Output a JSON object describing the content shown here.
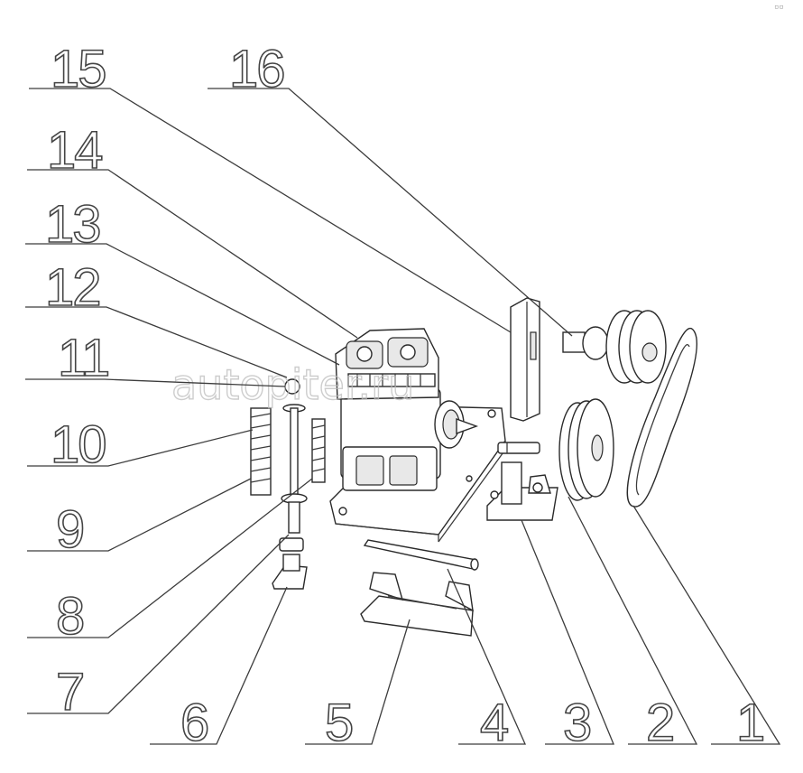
{
  "corner_mark": "▫▫",
  "watermark": "autopiter.ru",
  "callouts": [
    {
      "label": "15"
    },
    {
      "label": "16"
    },
    {
      "label": "14"
    },
    {
      "label": "13"
    },
    {
      "label": "12"
    },
    {
      "label": "11"
    },
    {
      "label": "10"
    },
    {
      "label": "9"
    },
    {
      "label": "8"
    },
    {
      "label": "7"
    },
    {
      "label": "6"
    },
    {
      "label": "5"
    },
    {
      "label": "4"
    },
    {
      "label": "3"
    },
    {
      "label": "2"
    },
    {
      "label": "1"
    }
  ]
}
